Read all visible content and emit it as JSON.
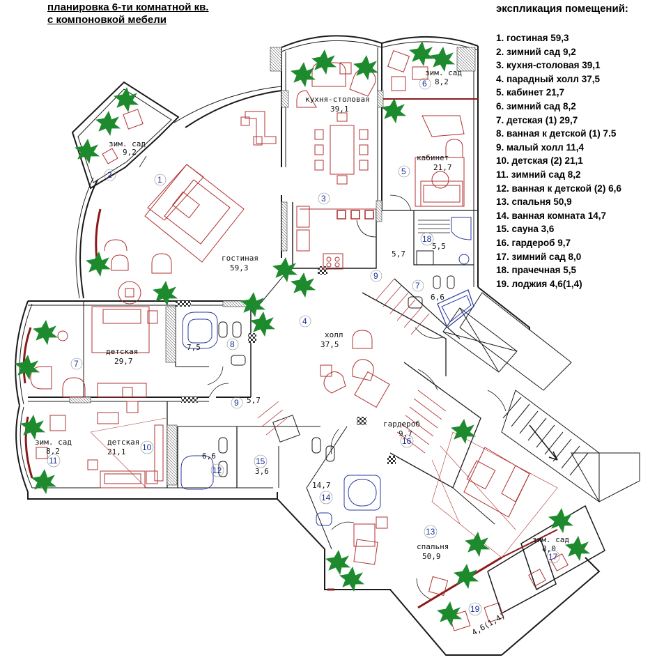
{
  "title": {
    "line1": "планировка 6-ти комнатной кв.",
    "line2": "с компоновкой мебели"
  },
  "legend": {
    "title": "экспликация помещений:",
    "items": [
      "1.  гостиная 59,3",
      "2.  зимний сад 9,2",
      "3.  кухня-столовая 39,1",
      "4.  парадный холл 37,5",
      "5.  кабинет 21,7",
      "6.  зимний сад 8,2",
      "7.  детская (1) 29,7",
      "8.  ванная к детской (1) 7.5",
      "9.  малый холл 11,4",
      "10. детская (2) 21,1",
      "11. зимний сад 8,2",
      "12.  ванная к детской (2) 6,6",
      "13. спальня 50,9",
      "14. ванная комната 14,7",
      "15. сауна 3,6",
      "16. гардероб 9,7",
      "17. зимний сад 8,0",
      "18. прачечная 5,5",
      "19. лоджия 4,6(1,4)"
    ]
  },
  "rooms": {
    "r1": {
      "name": "гостиная",
      "area": "59,3",
      "num": "1"
    },
    "r2": {
      "name": "зим. сад",
      "area": "9,2",
      "num": "2"
    },
    "r3": {
      "name": "кухня-столовая",
      "area": "39,1",
      "num": "3"
    },
    "r4": {
      "name": "холл",
      "area": "37,5",
      "num": "4"
    },
    "r5": {
      "name": "кабинет",
      "area": "21,7",
      "num": "5"
    },
    "r6": {
      "name": "зим. сад",
      "area": "8,2",
      "num": "6"
    },
    "r7": {
      "name": "детская",
      "area": "29,7",
      "num": "7"
    },
    "r7b": {
      "area": "6,6",
      "num": "7"
    },
    "r8": {
      "area": "7,5",
      "num": "8"
    },
    "r9a": {
      "area": "5,7",
      "num": "9"
    },
    "r9b": {
      "area": "5,7",
      "num": "9"
    },
    "r10": {
      "name": "детская",
      "area": "21,1",
      "num": "10"
    },
    "r11": {
      "name": "зим. сад",
      "area": "8,2",
      "num": "11"
    },
    "r12": {
      "area": "6,6",
      "num": "12"
    },
    "r13": {
      "name": "спальня",
      "area": "50,9",
      "num": "13"
    },
    "r14": {
      "area": "14,7",
      "num": "14"
    },
    "r15": {
      "area": "3,6",
      "num": "15"
    },
    "r16": {
      "name": "гардероб",
      "area": "9,7",
      "num": "16"
    },
    "r17": {
      "name": "зим. сад",
      "area": "8,0",
      "num": "17"
    },
    "r18": {
      "area": "5,5",
      "num": "18"
    },
    "r19": {
      "area": "4,6(1,4)",
      "num": "19"
    }
  },
  "colors": {
    "wall": "#1a1a1a",
    "window": "#8b1a1a",
    "furniture": "#b03030",
    "plants": "#1e8a2e",
    "label_number": "#1a2f9a",
    "sanitary": "#2a3aa0"
  }
}
